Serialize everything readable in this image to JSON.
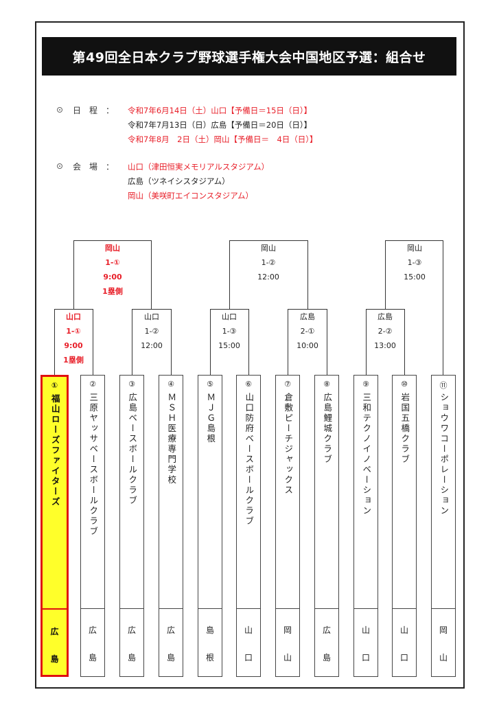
{
  "title": "第49回全日本クラブ野球選手権大会中国地区予選：組合せ",
  "schedule": {
    "label": "日　程　：",
    "lines": [
      "令和7年6月14日（土）山口【予備日＝15日（日）】",
      "令和7年7月13日（日）広島【予備日＝20日（日）】",
      "令和7年8月　2日（土）岡山【予備日＝　4日（日）】"
    ],
    "line_colors": [
      "red",
      "black",
      "red"
    ]
  },
  "venue": {
    "label": "会　場　：",
    "lines": [
      "山口（津田恒実メモリアルスタジアム）",
      "広島（ツネイシスタジアム）",
      "岡山（美咲町エイコンスタジアム）"
    ],
    "line_colors": [
      "red",
      "black",
      "red"
    ]
  },
  "matches": {
    "top": [
      {
        "place": "岡山",
        "game": "1-①",
        "time": "9:00",
        "note": "1塁側",
        "color": "red"
      },
      {
        "place": "岡山",
        "game": "1-②",
        "time": "12:00",
        "note": "",
        "color": "black"
      },
      {
        "place": "岡山",
        "game": "1-③",
        "time": "15:00",
        "note": "",
        "color": "black"
      }
    ],
    "first_round": [
      {
        "place": "山口",
        "game": "1-①",
        "time": "9:00",
        "note": "1塁側",
        "color": "red"
      },
      {
        "place": "山口",
        "game": "1-②",
        "time": "12:00",
        "note": "",
        "color": "black"
      },
      {
        "place": "山口",
        "game": "1-③",
        "time": "15:00",
        "note": "",
        "color": "black"
      },
      {
        "place": "広島",
        "game": "2-①",
        "time": "10:00",
        "note": "",
        "color": "black"
      },
      {
        "place": "広島",
        "game": "2-②",
        "time": "13:00",
        "note": "",
        "color": "black"
      }
    ]
  },
  "teams": [
    {
      "num": "①",
      "name": "福山ローズファイターズ",
      "region": [
        "広",
        "島"
      ],
      "highlight": true
    },
    {
      "num": "②",
      "name": "三原ヤッサベースボールクラブ",
      "region": [
        "広",
        "島"
      ],
      "highlight": false
    },
    {
      "num": "③",
      "name": "広島ベースボールクラブ",
      "region": [
        "広",
        "島"
      ],
      "highlight": false
    },
    {
      "num": "④",
      "name": "ＭＳＨ医療専門学校",
      "region": [
        "広",
        "島"
      ],
      "highlight": false
    },
    {
      "num": "⑤",
      "name": "ＭＪＧ島根",
      "region": [
        "島",
        "根"
      ],
      "highlight": false
    },
    {
      "num": "⑥",
      "name": "山口防府ベースボールクラブ",
      "region": [
        "山",
        "口"
      ],
      "highlight": false
    },
    {
      "num": "⑦",
      "name": "倉敷ピーチジャックス",
      "region": [
        "岡",
        "山"
      ],
      "highlight": false
    },
    {
      "num": "⑧",
      "name": "広島鯉城クラブ",
      "region": [
        "広",
        "島"
      ],
      "highlight": false
    },
    {
      "num": "⑨",
      "name": "三和テクノイノベーション",
      "region": [
        "山",
        "口"
      ],
      "highlight": false
    },
    {
      "num": "⑩",
      "name": "岩国五橋クラブ",
      "region": [
        "山",
        "口"
      ],
      "highlight": false
    },
    {
      "num": "⑪",
      "name": "ショウワコーポレーション",
      "region": [
        "岡",
        "山"
      ],
      "highlight": false
    }
  ],
  "colors": {
    "accent_red": "#e8202a",
    "highlight_yellow": "#ffff2a",
    "title_bg": "#111111"
  }
}
